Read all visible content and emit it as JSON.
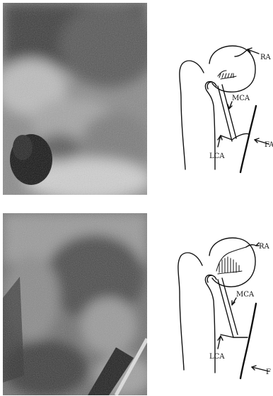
{
  "figures": [
    {
      "labels": {
        "ra": "RA",
        "mca": "MCA",
        "lca": "LCA",
        "fa": "FA"
      }
    },
    {
      "labels": {
        "ra": "RA",
        "mca": "MCA",
        "lca": "LCA",
        "fa": "F"
      }
    }
  ]
}
